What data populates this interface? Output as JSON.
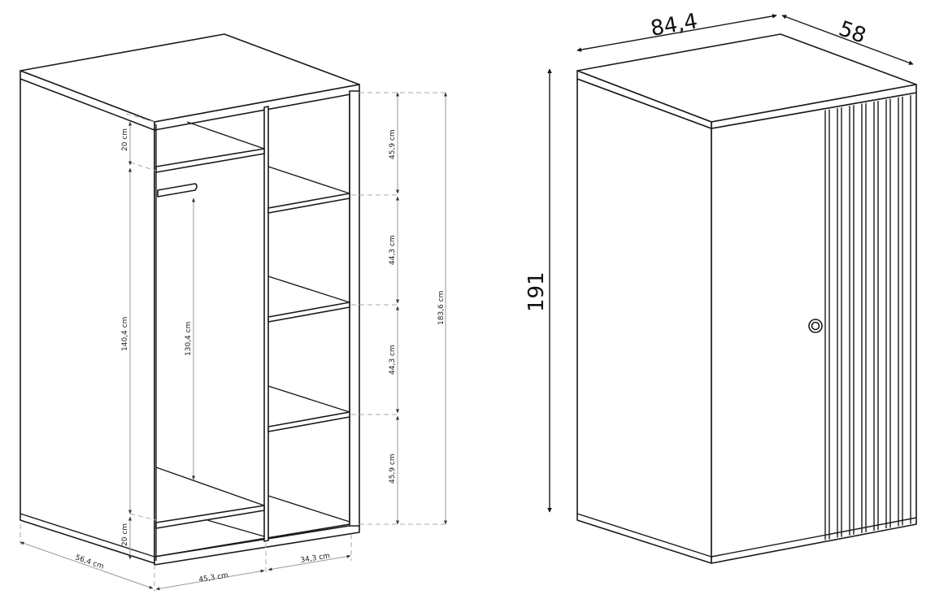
{
  "open_view": {
    "vertical_left": {
      "top_gap": "20 cm",
      "hanging_space": "140,4 cm",
      "bottom_gap": "20 cm"
    },
    "rail_height": "130,4 cm",
    "shelves": [
      "45,9 cm",
      "44,3 cm",
      "44,3 cm",
      "45,9 cm"
    ],
    "inner_height": "183,6 cm",
    "depth": "56,4 cm",
    "left_width": "45,3 cm",
    "right_width": "34,3 cm"
  },
  "closed_view": {
    "width": "84,4",
    "depth": "58",
    "height": "191"
  }
}
